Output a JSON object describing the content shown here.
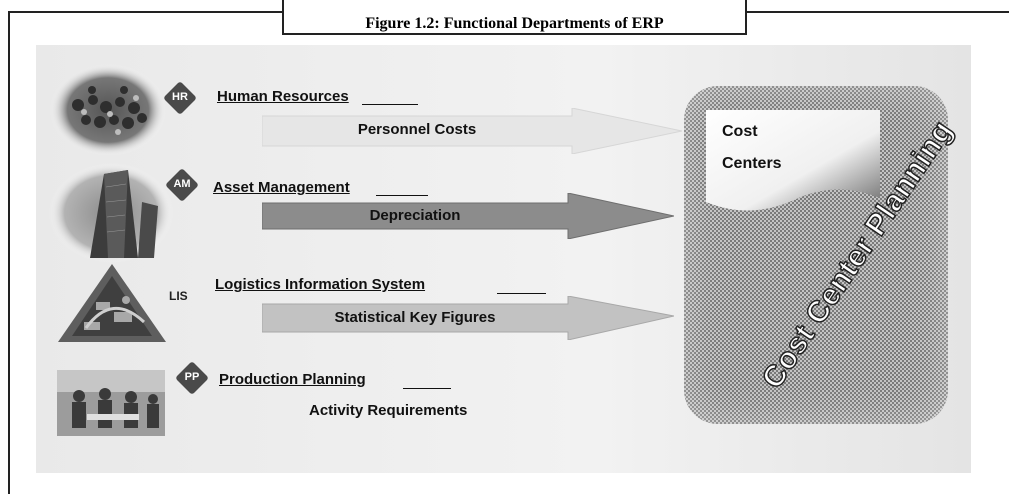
{
  "figure": {
    "caption": "Figure 1.2: Functional Departments of ERP"
  },
  "departments": [
    {
      "code": "HR",
      "name": "Human Resources",
      "flow": "Personnel Costs",
      "photo_icon": "crowd-photo-icon"
    },
    {
      "code": "AM",
      "name": "Asset Management",
      "flow": "Depreciation",
      "photo_icon": "building-photo-icon"
    },
    {
      "code": "LIS",
      "name": "Logistics Information System",
      "flow": "Statistical Key Figures",
      "photo_icon": "logistics-photo-icon"
    },
    {
      "code": "PP",
      "name": "Production Planning",
      "flow": "Activity Requirements",
      "photo_icon": "workers-photo-icon"
    }
  ],
  "target": {
    "note_line1": "Cost",
    "note_line2": "Centers",
    "label": "Cost Center Planning"
  },
  "colors": {
    "arrow_light": "#e6e6e6",
    "arrow_dark": "#8c8c8c",
    "arrow_mid": "#c2c2c2",
    "badge": "#4a4a4a"
  }
}
